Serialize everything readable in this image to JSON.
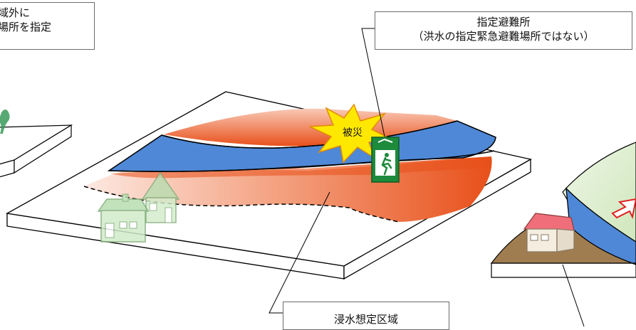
{
  "labels": {
    "top_left_line1": "域外に",
    "top_left_line2": "場所を指定",
    "shelter_line1": "指定避難所",
    "shelter_line2": "（洪水の指定緊急避難場所ではない）",
    "disaster": "被災",
    "flood_area": "浸水想定区域"
  },
  "colors": {
    "river": "#4f88d6",
    "flood_zone": "#e8501a",
    "land": "#ffffff",
    "outline": "#000000",
    "shelter_sign": "#1e8a3c",
    "burst": "#ffe800",
    "hillside": "#d8ecc6",
    "ground_brown": "#a07d50",
    "house": "#b8ddb0"
  },
  "icons": {
    "shelter_sign": "emergency-exit-sign-icon",
    "houses": "house-icon",
    "burst": "explosion-burst-icon",
    "arrow": "red-arrow-icon"
  }
}
